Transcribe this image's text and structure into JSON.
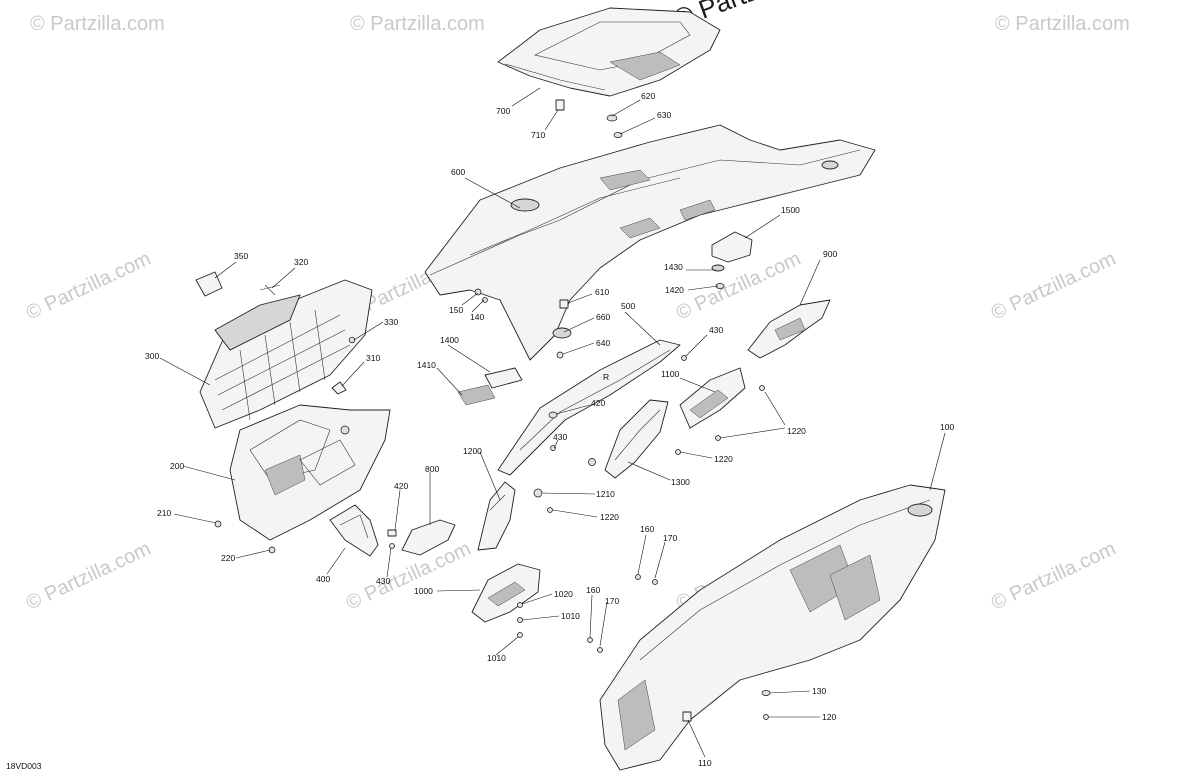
{
  "diagram": {
    "reference_code": "18VD003",
    "callouts": [
      "700",
      "620",
      "630",
      "710",
      "600",
      "1500",
      "350",
      "320",
      "900",
      "1430",
      "1420",
      "150",
      "610",
      "140",
      "330",
      "660",
      "500",
      "640",
      "430",
      "300",
      "1400",
      "310",
      "1410",
      "1100",
      "420",
      "1220",
      "430",
      "1220",
      "200",
      "1300",
      "800",
      "1200",
      "1210",
      "420",
      "1220",
      "210",
      "220",
      "400",
      "430",
      "160",
      "170",
      "1000",
      "1020",
      "1010",
      "160",
      "170",
      "1010",
      "130",
      "120",
      "110",
      "100"
    ],
    "watermark_text": "© Partzilla.com",
    "corner_watermark": "© Partz"
  }
}
